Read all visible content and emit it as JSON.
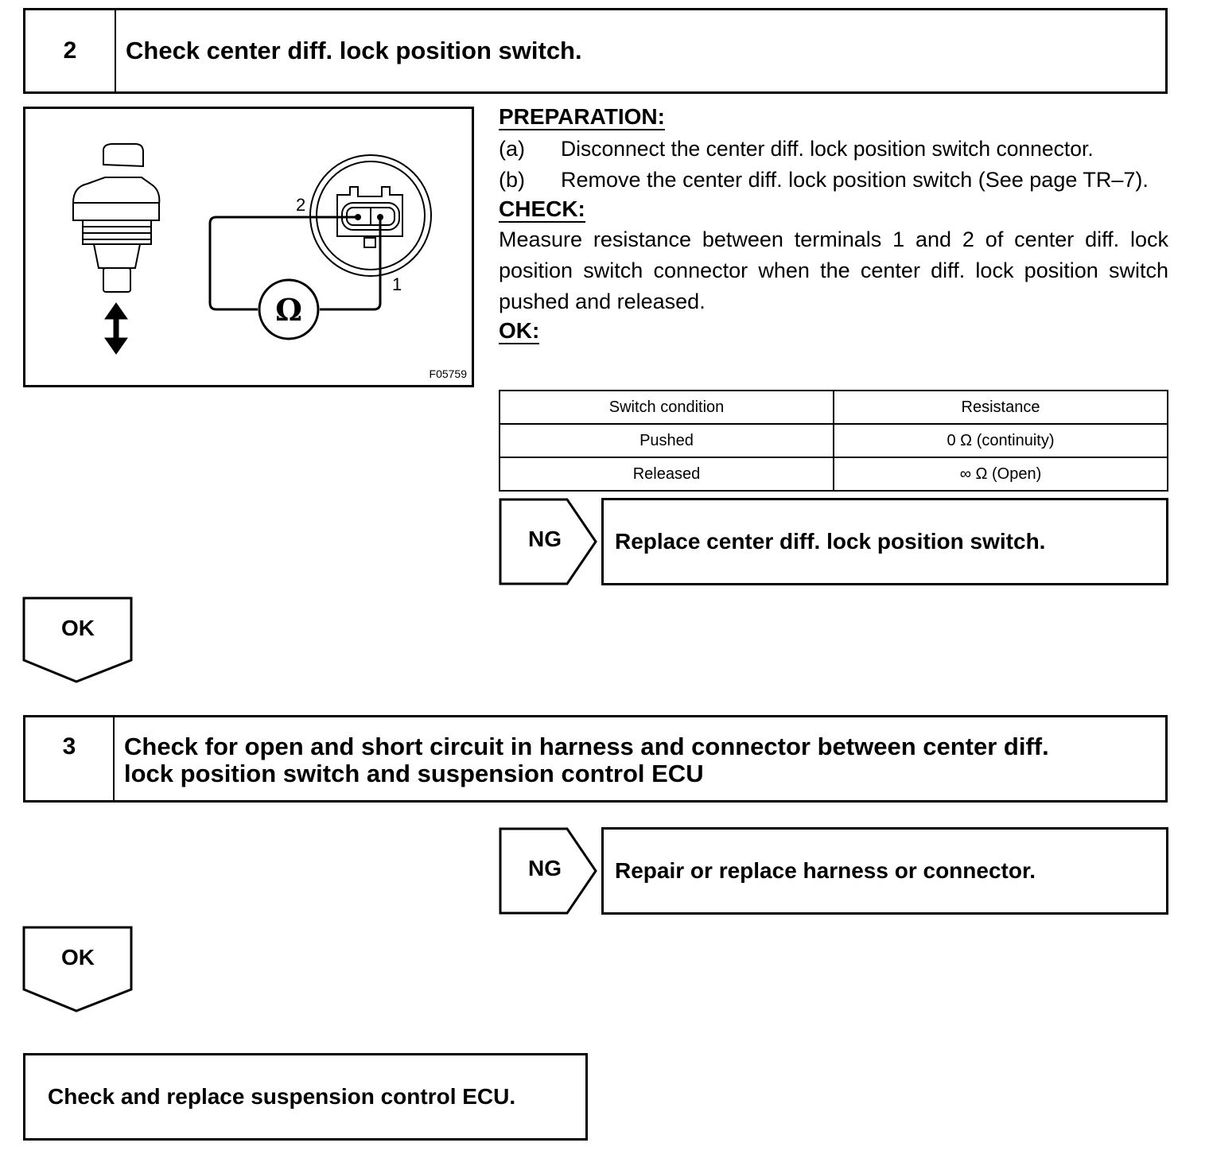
{
  "step2": {
    "number": "2",
    "title": "Check center diff. lock position switch."
  },
  "figure": {
    "code": "F05759",
    "terminal_2": "2",
    "terminal_1": "1",
    "ohm_symbol": "Ω"
  },
  "preparation": {
    "heading": "PREPARATION:",
    "items": [
      {
        "label": "(a)",
        "text": "Disconnect the center diff. lock position switch connector."
      },
      {
        "label": "(b)",
        "text": "Remove the center diff. lock position switch (See page TR–7)."
      }
    ]
  },
  "check": {
    "heading": "CHECK:",
    "text": "Measure resistance between terminals 1 and 2 of center diff. lock position switch connector when the center diff. lock position switch pushed and released."
  },
  "ok_spec": {
    "heading": "OK:",
    "columns": [
      "Switch condition",
      "Resistance"
    ],
    "rows": [
      [
        "Pushed",
        "0 Ω (continuity)"
      ],
      [
        "Released",
        "∞ Ω (Open)"
      ]
    ]
  },
  "ng1": {
    "tag": "NG",
    "text": "Replace center diff. lock position switch."
  },
  "ok1": {
    "tag": "OK"
  },
  "step3": {
    "number": "3",
    "title_line1": "Check for open and short circuit in harness and connector between center diff.",
    "title_line2": "lock position switch and suspension control ECU"
  },
  "ng2": {
    "tag": "NG",
    "text": "Repair or replace harness or connector."
  },
  "ok2": {
    "tag": "OK"
  },
  "final": {
    "text": "Check and replace suspension control ECU."
  }
}
